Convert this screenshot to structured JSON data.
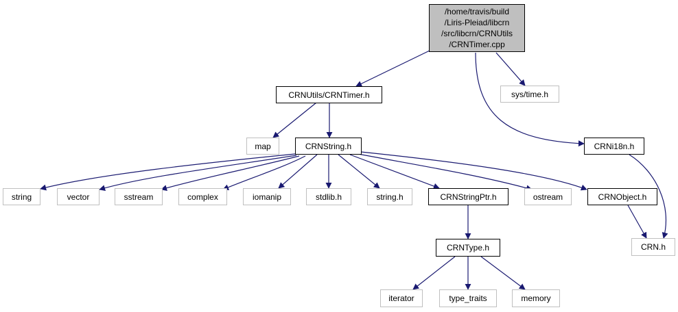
{
  "graph": {
    "root": {
      "lines": [
        "/home/travis/build",
        "/Liris-Pleiad/libcrn",
        "/src/libcrn/CRNUtils",
        "/CRNTimer.cpp"
      ]
    },
    "nodes": {
      "crnutils_timer_h": "CRNUtils/CRNTimer.h",
      "sys_time_h": "sys/time.h",
      "map": "map",
      "crnstring_h": "CRNString.h",
      "crni18n_h": "CRNi18n.h",
      "string": "string",
      "vector": "vector",
      "sstream": "sstream",
      "complex": "complex",
      "iomanip": "iomanip",
      "stdlib_h": "stdlib.h",
      "string_h": "string.h",
      "crnstringptr_h": "CRNStringPtr.h",
      "ostream": "ostream",
      "crnobject_h": "CRNObject.h",
      "crn_h": "CRN.h",
      "crntype_h": "CRNType.h",
      "iterator": "iterator",
      "type_traits": "type_traits",
      "memory": "memory"
    },
    "colors": {
      "edge": "#191970",
      "root_fill": "#bfbfbf",
      "system_border": "#bfbfbf",
      "local_border": "#000000"
    }
  }
}
